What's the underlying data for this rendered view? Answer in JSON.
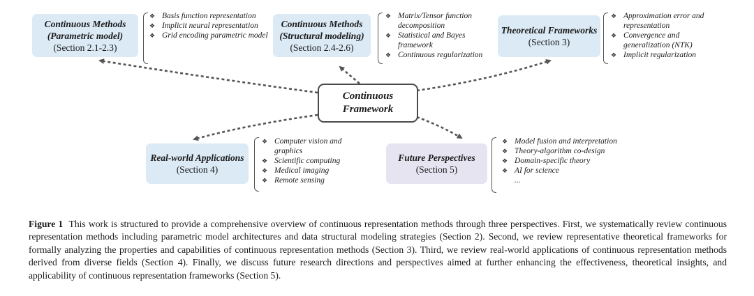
{
  "center": {
    "line1": "Continuous",
    "line2": "Framework"
  },
  "nodes": [
    {
      "id": "parametric",
      "title1": "Continuous Methods",
      "title2": "(Parametric model)",
      "sub": "(Section 2.1-2.3)",
      "items": [
        "Basis function representation",
        "Implicit neural representation",
        "Grid encoding parametric model"
      ]
    },
    {
      "id": "structural",
      "title1": "Continuous Methods",
      "title2": "(Structural modeling)",
      "sub": "(Section 2.4-2.6)",
      "items": [
        "Matrix/Tensor function decomposition",
        "Statistical and Bayes framework",
        "Continuous regularization"
      ]
    },
    {
      "id": "theory",
      "title1": "Theoretical Frameworks",
      "title2": "",
      "sub": "(Section 3)",
      "items": [
        "Approximation error and representation",
        "Convergence and generalization (NTK)",
        "Implicit regularization"
      ]
    },
    {
      "id": "applications",
      "title1": "Real-world Applications",
      "title2": "",
      "sub": "(Section 4)",
      "items": [
        "Computer vision and graphics",
        "Scientific computing",
        "Medical imaging",
        "Remote sensing"
      ]
    },
    {
      "id": "future",
      "title1": "Future Perspectives",
      "title2": "",
      "sub": "(Section 5)",
      "items": [
        "Model fusion and interpretation",
        "Theory-algorithm co-design",
        "Domain-specific theory",
        "AI for science",
        "..."
      ]
    }
  ],
  "bullet_glyph": "❖",
  "colors": {
    "blue_box": "#dbeaf5",
    "purple_box": "#e7e4f2",
    "arrow": "#555555"
  },
  "caption": {
    "label": "Figure 1",
    "text": "This work is structured to provide a comprehensive overview of continuous representation methods through three perspectives. First, we systematically review continuous representation methods including parametric model architectures and data structural modeling strategies (Section 2). Second, we review representative theoretical frameworks for formally analyzing the properties and capabilities of continuous representation methods (Section 3). Third, we review real-world applications of continuous representation methods derived from diverse fields (Section 4). Finally, we discuss future research directions and perspectives aimed at further enhancing the effectiveness, theoretical insights, and applicability of continuous representation frameworks (Section 5)."
  }
}
